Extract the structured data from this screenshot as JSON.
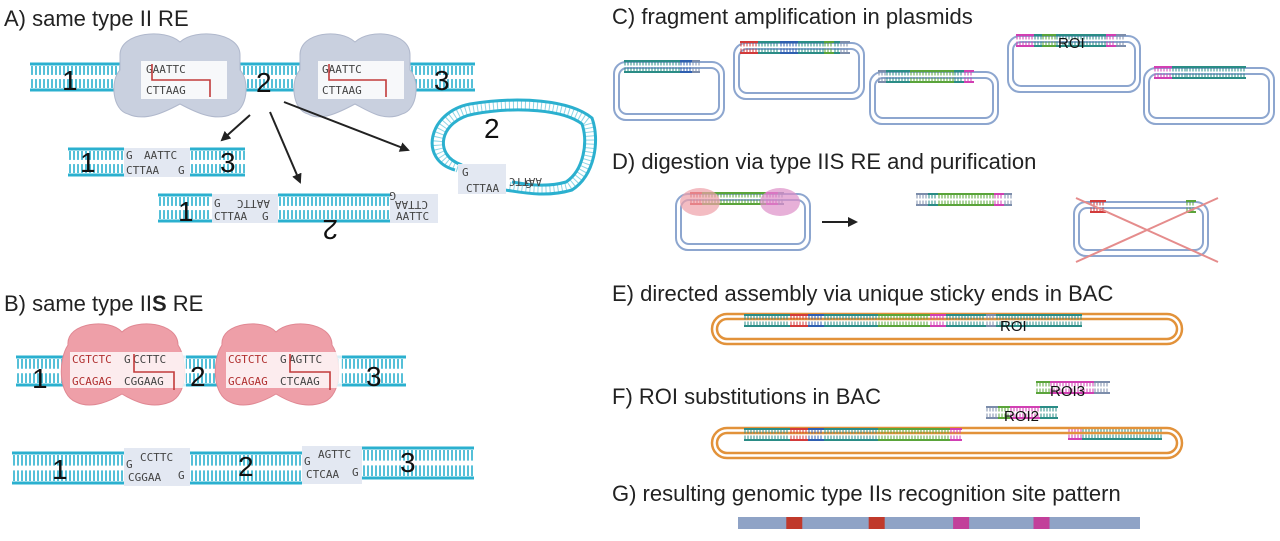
{
  "panels": {
    "a": {
      "title": "A) same type II RE",
      "top_labels": [
        "1",
        "2",
        "3"
      ],
      "site_top": "GAATTC",
      "site_bottom": "CTTAAG",
      "frag13_labels": [
        "1",
        "3"
      ],
      "frag13_seq": [
        "G",
        "AATTC",
        "CTTAA",
        "G"
      ],
      "frag12_labels": [
        "1",
        "2"
      ],
      "frag12_seq": [
        "G",
        "AATTC",
        "CTTAA",
        "G"
      ],
      "frag12_right_seq": [
        "G",
        "AATTC",
        "CTTAA"
      ],
      "circle_label": "2",
      "circle_seq": [
        "G",
        "CTTAA",
        "AATTC",
        "G"
      ]
    },
    "b": {
      "title_prefix": "B) same type II",
      "title_bold": "S",
      "title_suffix": " RE",
      "top_labels": [
        "1",
        "2",
        "3"
      ],
      "site1_top": [
        "CGTCTC",
        "G",
        "CCTTC"
      ],
      "site1_bottom": [
        "GCAGAG",
        "CGGAAG"
      ],
      "site2_top": [
        "CGTCTC",
        "G",
        "AGTTC"
      ],
      "site2_bottom": [
        "GCAGAG",
        "CTCAAG"
      ],
      "bottom_labels": [
        "1",
        "2",
        "3"
      ],
      "bottom_seq1": [
        "G",
        "CCTTC",
        "CGGAA",
        "G"
      ],
      "bottom_seq2": [
        "G",
        "AGTTC",
        "CTCAA",
        "G"
      ]
    },
    "c": {
      "title": "C) fragment amplification in plasmids",
      "roi_label": "ROI"
    },
    "d": {
      "title": "D) digestion via type IIS RE and purification"
    },
    "e": {
      "title": "E) directed assembly via unique sticky ends in BAC",
      "roi_label": "ROI"
    },
    "f": {
      "title": "F) ROI substitutions in BAC",
      "roi2_label": "ROI2",
      "roi3_label": "ROI3"
    },
    "g": {
      "title": "G) resulting genomic type IIs recognition site pattern",
      "sites": [
        {
          "position": 0.14,
          "color": "#c0392b"
        },
        {
          "position": 0.345,
          "color": "#c0392b"
        },
        {
          "position": 0.555,
          "color": "#c2409a"
        },
        {
          "position": 0.755,
          "color": "#c2409a"
        }
      ]
    }
  },
  "colors": {
    "dna": "#2bb0cf",
    "enzyme_type2": "#c9d0df",
    "enzyme_type2s": "#ee9fa8",
    "plasmid": "#8da6cf",
    "bac": "#e2923a",
    "red": "#d23a3a",
    "blue": "#2e5fb0",
    "green": "#5aa43a",
    "magenta": "#d13fb3",
    "teal": "#2a8c86",
    "gray": "#7c8dab"
  }
}
